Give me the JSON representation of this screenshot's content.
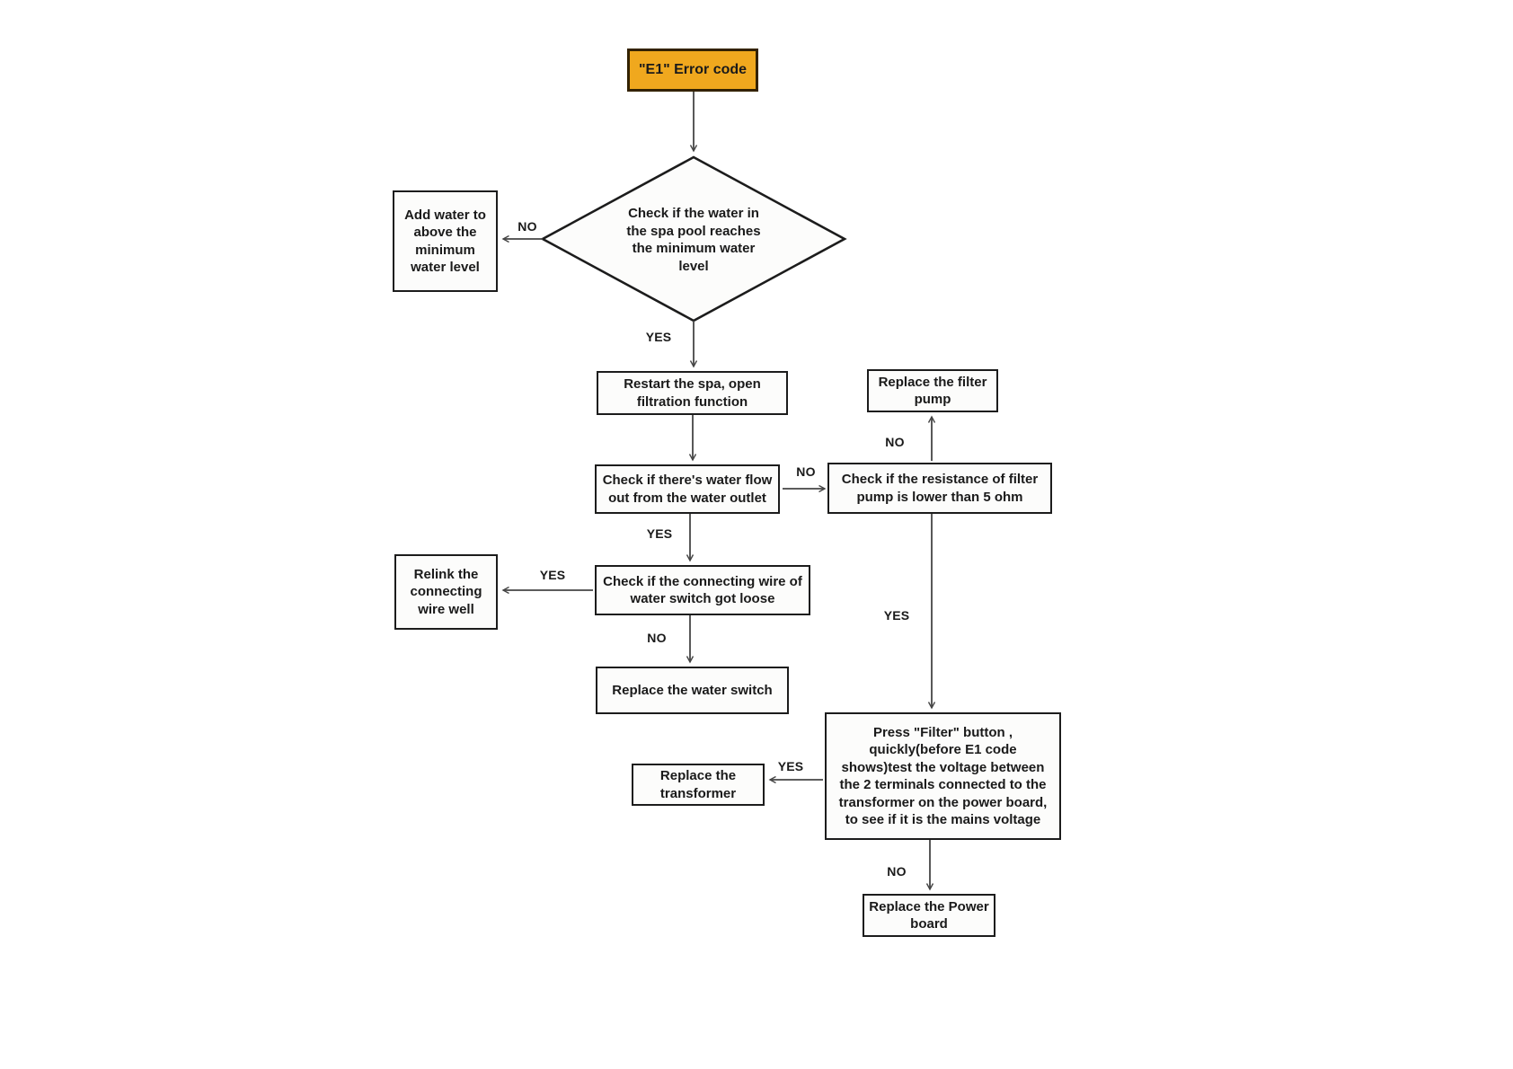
{
  "flowchart": {
    "colors": {
      "page_bg": "#ffffff",
      "box_bg": "#fcfcfb",
      "box_border": "#1c1c1c",
      "line": "#454545",
      "text": "#1a1a1a",
      "accent": "#F0A81E",
      "accent_border": "#332200"
    },
    "nodes": {
      "e1": {
        "label": "\"E1\" Error code"
      },
      "check_water_level": {
        "label": "Check if the water in\nthe spa pool reaches\nthe minimum water\nlevel"
      },
      "add_water": {
        "label": "Add water to\nabove the\nminimum\nwater level"
      },
      "restart_spa": {
        "label": "Restart the spa, open\nfiltration function"
      },
      "check_water_flow": {
        "label": "Check if there's water flow\nout from the water outlet"
      },
      "check_resistance": {
        "label": "Check if the resistance of filter\npump is lower than 5 ohm"
      },
      "replace_filter_pump": {
        "label": "Replace the filter\npump"
      },
      "check_connecting_wire": {
        "label": "Check if the connecting wire of\nwater switch got loose"
      },
      "relink_wire": {
        "label": "Relink the\nconnecting\nwire well"
      },
      "replace_water_switch": {
        "label": "Replace the water switch"
      },
      "press_filter_button": {
        "label": "Press \"Filter\" button ,\nquickly(before E1 code\nshows)test the voltage between\nthe 2 terminals connected to the\ntransformer on the power board,\nto see if it is the mains voltage"
      },
      "replace_transformer": {
        "label": "Replace the\ntransformer"
      },
      "replace_power_board": {
        "label": "Replace the Power\nboard"
      }
    },
    "edge_labels": {
      "water_level_no": "NO",
      "water_level_yes": "YES",
      "water_flow_no": "NO",
      "water_flow_yes": "YES",
      "resistance_no": "NO",
      "resistance_yes": "YES",
      "wire_yes": "YES",
      "wire_no": "NO",
      "voltage_yes": "YES",
      "voltage_no": "NO"
    }
  }
}
